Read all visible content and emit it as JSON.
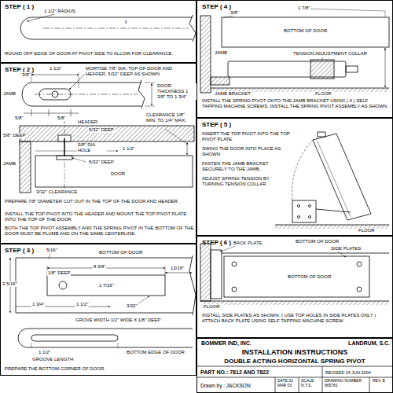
{
  "diagram": {
    "nodes": [
      {
        "text": [
          "STEP ( 1 )",
          "ROUND OFF EDGE OF DOOR AT PIVOT SIDE TO ALLOW FOR CLEARANCE."
        ]
      },
      {
        "text": [
          "STEP ( 2 )",
          "PREPARE 7/8\" DIAMETER CUT OUT IN THE TOP OF THE DOOR AND HEADER.",
          "INSTALL THE TOP PIVOT INTO THE HEADER AND MOUNT THE TOP PIVOT PLATE INTO THE TOP OF THE DOOR.",
          "BOTH THE TOP PIVOT ASSEMBLY AND THE SPRING PIVOT IN THE BOTTOM OF THE DOOR MUST BE PLUMB AND ON THE SAME CENTERLINE."
        ]
      },
      {
        "text": [
          "STEP ( 3 )",
          "PREPARE THE BOTTOM CORNER OF DOOR."
        ]
      },
      {
        "text": [
          "STEP ( 4 )",
          "INSTALL THE SPRING PIVOT ONTO THE JAMB BRACKET USING ( 4 ) SELF TAPPING MACHINE SCREWS. INSTALL THE SPRING PIVOT ASSEMBLY AS SHOWN."
        ]
      },
      {
        "text": [
          "STEP ( 5 )",
          "INSERT THE TOP PIVOT INTO THE TOP PIVOT PLATE.",
          "SWING THE DOOR INTO PLACE AS SHOWN.",
          "FASTEN THE JAMB BRACKET SECURELY TO THE JAMB.",
          "ADJUST SPRING TENSION BY TURNING TENSION COLLAR."
        ]
      },
      {
        "text": [
          "STEP ( 6 )",
          "INSTALL SIDE PLATES AS SHOWN. ( USE TOP HOLES IN SIDE PLATES ONLY ) ATTACH BACK PLATE USING SELF TAPPING MACHINE SCREW."
        ]
      },
      {
        "text": [
          "BOMMER IND, INC.",
          "LANDRUM, S.C.",
          "INSTALLATION INSTRUCTIONS",
          "DOUBLE ACTING HORIZONTAL SPRING PIVOT",
          "PART NO.: 7812 AND 7822",
          "REVISED 24 JUN 2004",
          "Drawn by : JACKSON",
          "DATE 31 MAR 03",
          "SCALE N.T.S.",
          "DRAWING NUMBER 865781",
          "REV. B"
        ]
      }
    ],
    "labels": [
      "1 1/2\" RADIUS",
      "℄",
      "1 1/2\"",
      "3/8\"",
      "MORTISE 7/8\" DIA. TOP OF DOOR AND HEADER, 5/32\" DEEP AS SHOWN",
      "JAMB",
      "DOOR THICKNESS 1 3/8\" TO 1 3/4\"",
      "5/8\"",
      "5/8\"",
      "HEADER",
      "5/32\" DEEP",
      "CLEARANCE 1/8\" MIN. TO 1/4\" MAX.",
      "5/8\" DEEP",
      "JAMB",
      "5/8\" DIA. HOLE",
      "5/32\" DEEP",
      "1 1/2\"",
      "DOOR",
      "3/32\" CLEARANCE",
      "5/16\"",
      "BOTTOM OF DOOR",
      "8 3/8\"",
      "13/16\"",
      "1/8\" DEEP",
      "3 5/16\"",
      "1 7/16\"",
      "1 3/4\"",
      "1 1/2\"",
      "3/32\"",
      "GROVE WIDTH 1/2\" WIDE X 1/8\" DEEP",
      "BOTTOM EDGE OF DOOR",
      "1 1/2\"",
      "GROOVE LENGTH",
      "3/8\"",
      "1 7/8\"",
      "JAMB",
      "BOTTOM OF DOOR",
      "TENSION ADJUSTMENT COLLAR",
      "FLOOR",
      "JAMB BRACKET",
      "FLOOR",
      "BACK PLATE",
      "BOTTOM OF DOOR",
      "SIDE PLATES",
      "BOTTOM OF DOOR",
      "FLOOR"
    ]
  }
}
